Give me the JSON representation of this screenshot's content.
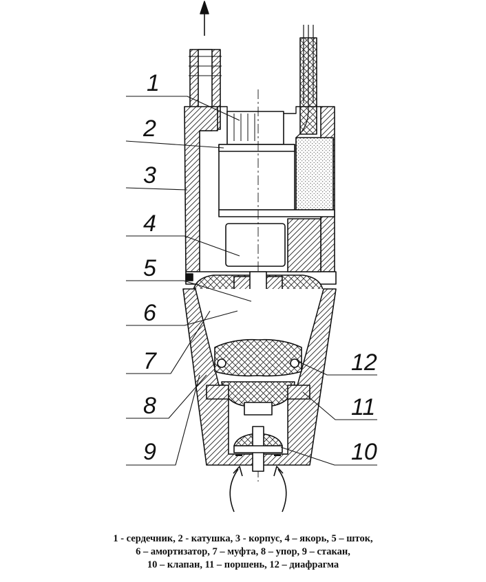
{
  "labels": [
    "1",
    "2",
    "3",
    "4",
    "5",
    "6",
    "7",
    "8",
    "9",
    "10",
    "11",
    "12"
  ],
  "caption": {
    "line1": "1 - сердечник, 2 - катушка, 3 -  корпус, 4 – якорь, 5 – шток,",
    "line2": "6 – амортизатор, 7 – муфта, 8 – упор, 9 – стакан,",
    "line3": "10 – клапан, 11 – поршень, 12 – диафрагма"
  }
}
